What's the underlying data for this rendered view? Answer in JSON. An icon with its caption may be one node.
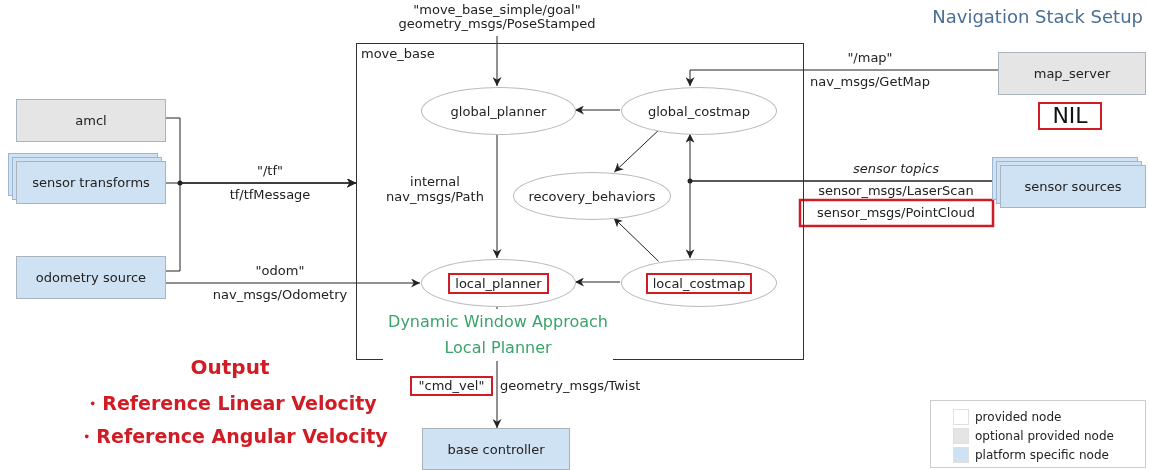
{
  "diagram": {
    "title": "Navigation Stack Setup",
    "nodes": [
      {
        "text": [
          "move_base"
        ]
      },
      {
        "text": [
          "global_planner"
        ],
        "in": 0
      },
      {
        "text": [
          "global_costmap"
        ],
        "in": 0
      },
      {
        "text": [
          "recovery_behaviors"
        ],
        "in": 0
      },
      {
        "text": [
          "local_planner"
        ],
        "in": 0,
        "beside": [
          "Dynamic Window Approach Local Planner"
        ]
      },
      {
        "text": [
          "local_costmap"
        ],
        "in": 0
      },
      {
        "text": [
          "amcl"
        ]
      },
      {
        "text": [
          "sensor transforms"
        ]
      },
      {
        "text": [
          "odometry source"
        ]
      },
      {
        "text": [
          "map_server"
        ]
      },
      {
        "text": [
          "sensor sources"
        ]
      },
      {
        "text": [
          "base controller"
        ]
      }
    ],
    "edges": [
      {
        "from": null,
        "to": 1,
        "arrow": "to",
        "label": "\"move_base_simple/goal\" geometry_msgs/PoseStamped"
      },
      {
        "from": 2,
        "to": 1,
        "arrow": "to"
      },
      {
        "from": 1,
        "to": 4,
        "arrow": "to",
        "label": "internal nav_msgs/Path"
      },
      {
        "from": 2,
        "to": 3,
        "arrow": "to"
      },
      {
        "from": 5,
        "to": 3,
        "arrow": "to"
      },
      {
        "from": 5,
        "to": 4,
        "arrow": "to"
      },
      {
        "from": 9,
        "to": 2,
        "arrow": "to",
        "label": "\"/map\" nav_msgs/GetMap"
      },
      {
        "from": 10,
        "to": 2,
        "arrow": "to",
        "label": "*sensor topics* sensor_msgs/LaserScan sensor_msgs/PointCloud"
      },
      {
        "from": 10,
        "to": 5,
        "arrow": "to"
      },
      {
        "from": 6,
        "to": 0,
        "arrow": "to",
        "label": "\"/tf\" tf/tfMessage"
      },
      {
        "from": 7,
        "to": 0,
        "arrow": "to"
      },
      {
        "from": 8,
        "to": 0,
        "arrow": "to"
      },
      {
        "from": 8,
        "to": 4,
        "arrow": "to",
        "label": "\"odom\" nav_msgs/Odometry"
      },
      {
        "from": 4,
        "to": 11,
        "arrow": "to",
        "label": "\"cmd_vel\""
      }
    ],
    "labels": [
      "NIL",
      "geometry_msgs/Twist",
      "Output",
      "・Reference Linear Velocity",
      "・Reference Angular Velocity"
    ],
    "legend": [
      {
        "text": "provided node",
        "color": "#ffffff"
      },
      {
        "text": "optional provided node",
        "color": "#e5e5e5"
      },
      {
        "text": "platform specific node",
        "color": "#cfe2f3"
      }
    ]
  }
}
